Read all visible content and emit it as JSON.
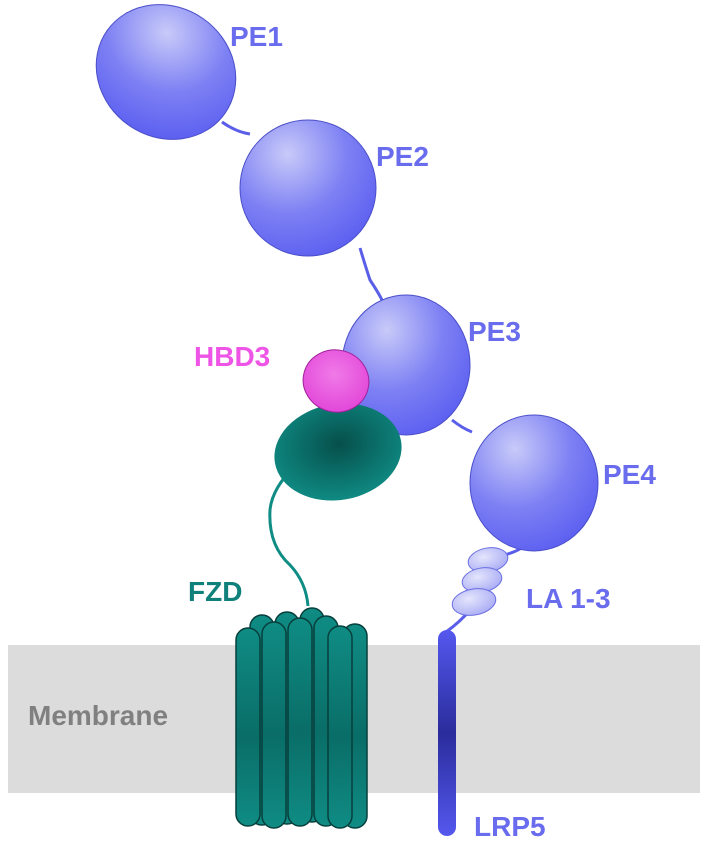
{
  "labels": {
    "pe1": "PE1",
    "pe2": "PE2",
    "pe3": "PE3",
    "pe4": "PE4",
    "hbd3": "HBD3",
    "la": "LA 1-3",
    "fzd": "FZD",
    "lrp5": "LRP5",
    "membrane": "Membrane"
  },
  "colors": {
    "pe_domain": "#6466f2",
    "pe_highlight": "#c4c6f8",
    "pe_text": "#6a6cee",
    "hbd3": "#e84fe0",
    "hbd3_text": "#ee55e6",
    "fzd": "#0e8a82",
    "fzd_text": "#10807a",
    "membrane": "#dcdcdc",
    "membrane_text": "#808080",
    "lrp5_bar": "#4a4ee8"
  }
}
